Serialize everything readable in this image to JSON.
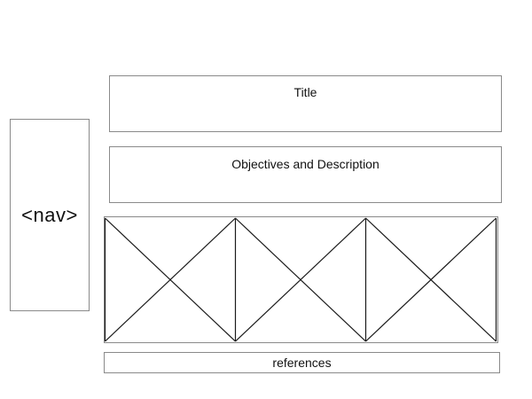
{
  "wireframe": {
    "nav": {
      "label": "<nav>"
    },
    "title": {
      "label": "Title"
    },
    "objectives": {
      "label": "Objectives and Description"
    },
    "references": {
      "label": "references"
    },
    "image_strip": {
      "placeholder_count": 3
    }
  },
  "colors": {
    "box_border": "#8a8a8a",
    "placeholder_stroke": "#1a1a1a",
    "background": "#ffffff"
  }
}
